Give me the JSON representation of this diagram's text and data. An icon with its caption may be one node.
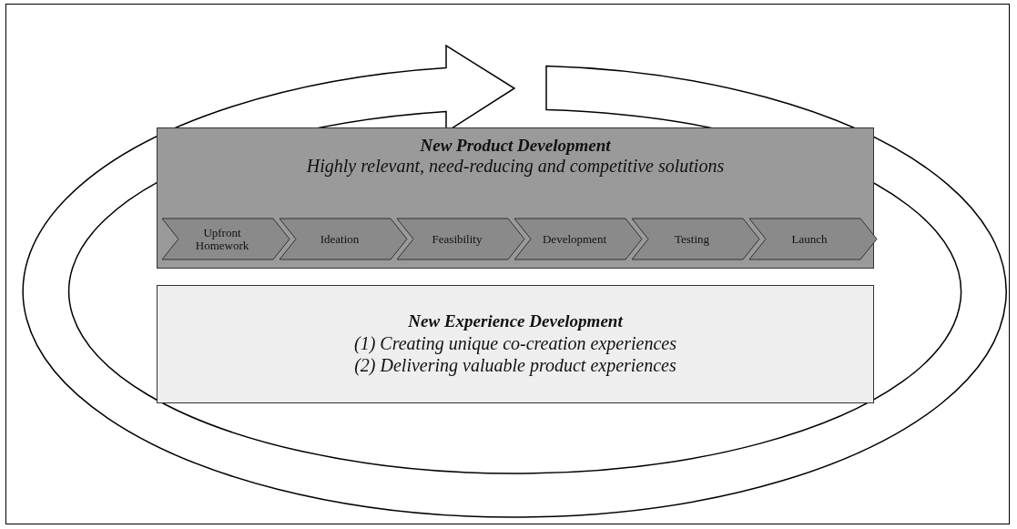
{
  "diagram": {
    "nodes": [
      {
        "text": [
          "New Product Development",
          "Highly relevant, need-reducing and competitive solutions"
        ]
      },
      {
        "text": [
          "Upfront Homework"
        ],
        "in": 0
      },
      {
        "text": [
          "Ideation"
        ],
        "in": 0
      },
      {
        "text": [
          "Feasibility"
        ],
        "in": 0
      },
      {
        "text": [
          "Development"
        ],
        "in": 0
      },
      {
        "text": [
          "Testing"
        ],
        "in": 0
      },
      {
        "text": [
          "Launch"
        ],
        "in": 0
      },
      {
        "text": [
          "New Experience Development",
          "(1) Creating unique co-creation experiences",
          "(2) Delivering valuable product experiences"
        ]
      }
    ]
  }
}
